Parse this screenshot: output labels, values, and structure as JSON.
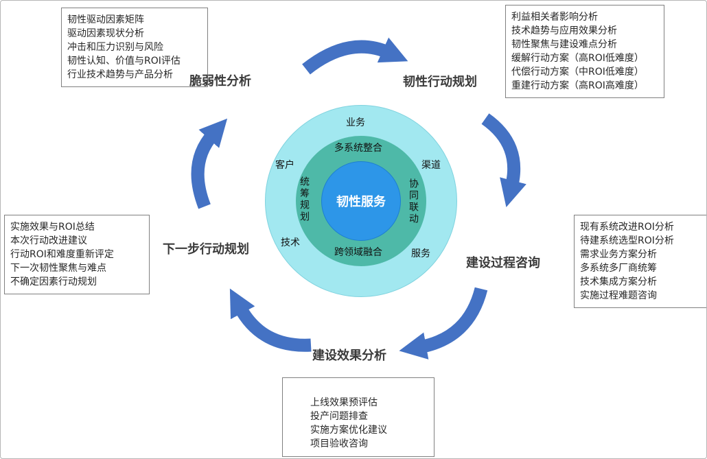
{
  "colors": {
    "arrow_blue": "#4472C4",
    "outer_circle": "#A2E8F0",
    "middle_ring": "#4EB9A8",
    "inner_circle": "#2D96E8",
    "box_border": "#7f7f7f",
    "stage_text": "#3b3b3b"
  },
  "center": {
    "label": "韧性服务"
  },
  "rings": {
    "outer": {
      "top": "业务",
      "left": "客户",
      "right": "渠道",
      "bottom_left": "技术",
      "bottom_right": "服务"
    },
    "middle": {
      "top": "多系统整合",
      "left": "统筹规划",
      "right": "协同联动",
      "bottom": "跨领域融合"
    }
  },
  "stages": {
    "vulnerability": {
      "label": "脆弱性分析",
      "items": [
        "韧性驱动因素矩阵",
        "驱动因素现状分析",
        "冲击和压力识别与风险",
        "韧性认知、价值与ROI评估",
        "行业技术趋势与产品分析"
      ]
    },
    "action_planning": {
      "label": "韧性行动规划",
      "items": [
        "利益相关者影响分析",
        "技术趋势与应用效果分析",
        "韧性聚焦与建设难点分析",
        "缓解行动方案（高ROI低难度）",
        "代偿行动方案（中ROI低难度）",
        "重建行动方案（高ROI高难度）"
      ]
    },
    "process_consulting": {
      "label": "建设过程咨询",
      "items": [
        "现有系统改进ROI分析",
        "待建系统选型ROI分析",
        "需求业务方案分析",
        "多系统多厂商统筹",
        "技术集成方案分析",
        "实施过程难题咨询"
      ]
    },
    "effect_analysis": {
      "label": "建设效果分析",
      "items": [
        "上线效果预评估",
        "投产问题排查",
        "实施方案优化建议",
        "项目验收咨询"
      ]
    },
    "next_planning": {
      "label": "下一步行动规划",
      "items": [
        "实施效果与ROI总结",
        "本次行动改进建议",
        "行动ROI和难度重新评定",
        "下一次韧性聚焦与难点",
        "不确定因素行动规划"
      ]
    }
  }
}
